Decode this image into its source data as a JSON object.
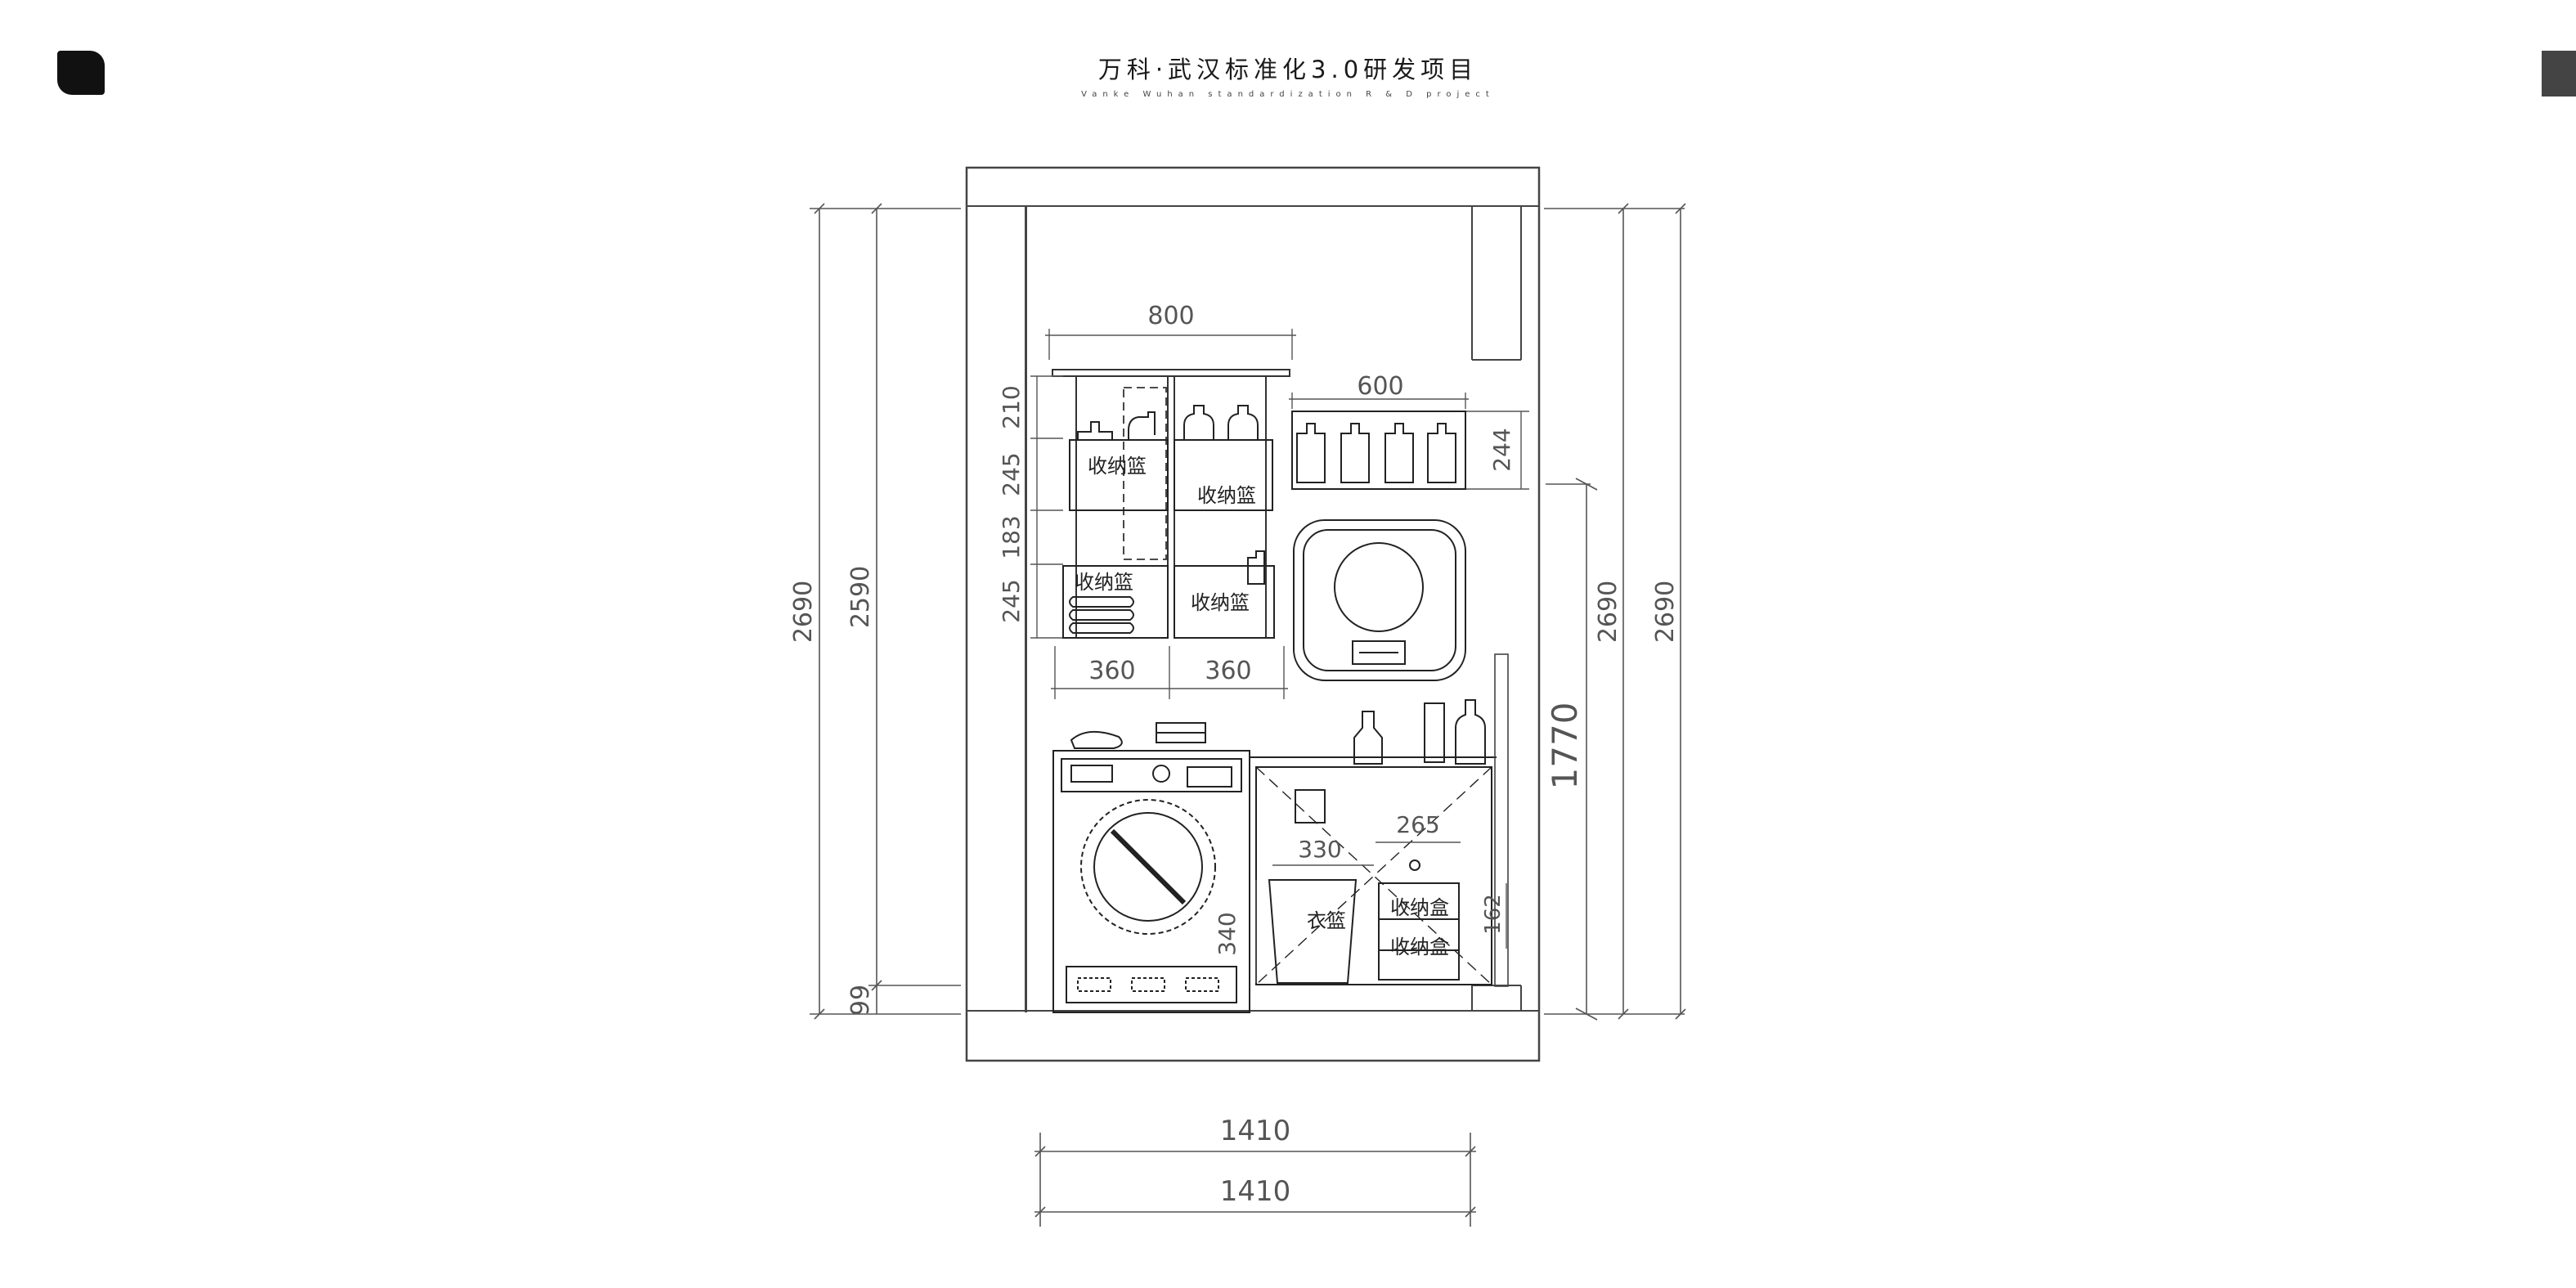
{
  "header": {
    "title": "万科·武汉标准化3.0研发项目",
    "subtitle": "Vanke Wuhan standardization R & D project"
  },
  "dimensions": {
    "width_top": "1410",
    "width_bottom": "1410",
    "left_outer": "2690",
    "left_inner": "2590",
    "left_base": "99",
    "right_inner": "2690",
    "right_outer": "2690",
    "right_mid": "1770",
    "rack_width": "800",
    "shelf_width": "600",
    "shelf_height": "244",
    "rack_h1": "210",
    "rack_h2": "245",
    "rack_h3": "183",
    "rack_h4": "245",
    "basket_w1": "360",
    "basket_w2": "360",
    "cabinet_w1": "330",
    "cabinet_w2": "265",
    "cabinet_h1": "340",
    "cabinet_h2": "162"
  },
  "labels": {
    "basket_tl": "收纳篮",
    "basket_tr": "收纳篮",
    "basket_bl": "收纳篮",
    "basket_br": "收纳篮",
    "laundry_basket": "衣篮",
    "storage_box_1": "收纳盒",
    "storage_box_2": "收纳盒"
  }
}
